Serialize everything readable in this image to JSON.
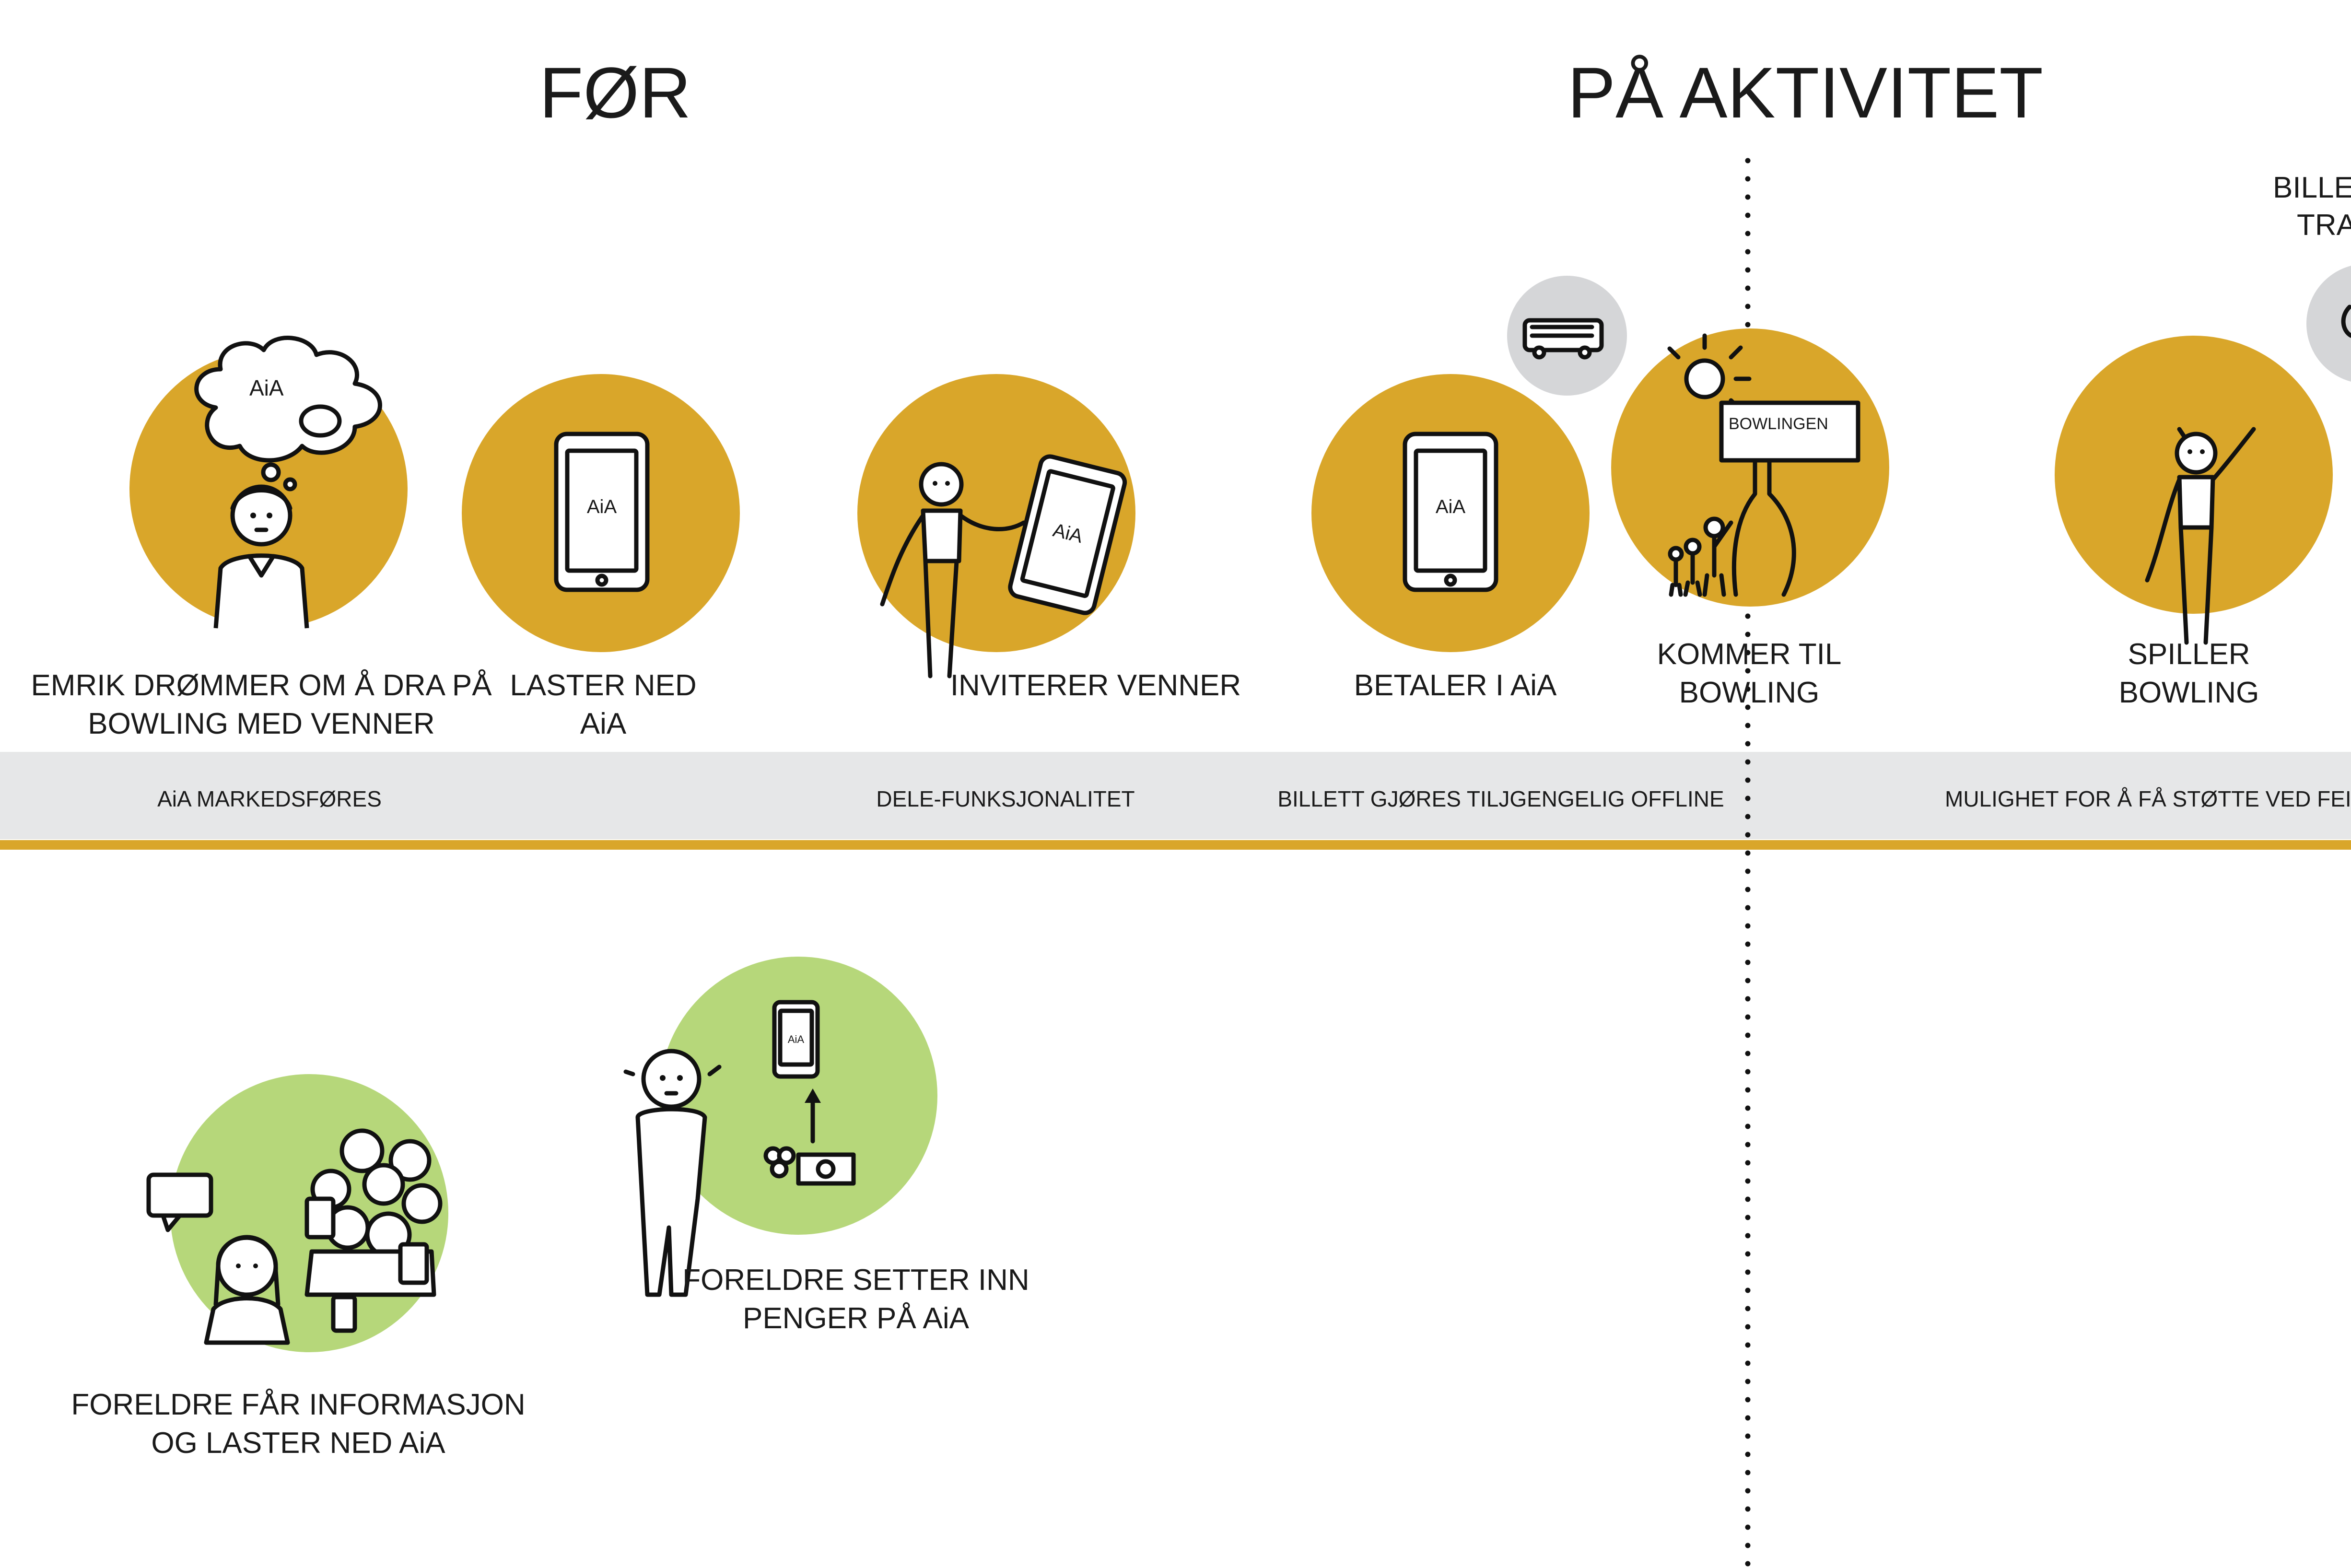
{
  "phases": {
    "before": "FØR",
    "during": "PÅ AKTIVITET",
    "cut_top_1": "BILLET",
    "cut_top_2": "TRA"
  },
  "colors": {
    "gold": "#D9A62A",
    "green": "#B6D77A",
    "grey_circle": "#D5D6D8",
    "band": "#E6E7E8",
    "line": "#D9A62A"
  },
  "steps": [
    {
      "lines": [
        "EMRIK DRØMMER OM Å DRA PÅ",
        "BOWLING MED VENNER"
      ]
    },
    {
      "lines": [
        "LASTER NED",
        "AiA"
      ]
    },
    {
      "lines": [
        "INVITERER VENNER"
      ]
    },
    {
      "lines": [
        "BETALER I AiA"
      ]
    },
    {
      "lines": [
        "KOMMER TIL",
        "BOWLING"
      ]
    },
    {
      "lines": [
        "SPILLER",
        "BOWLING"
      ]
    }
  ],
  "band": [
    "AiA MARKEDSFØRES",
    "DELE-FUNKSJONALITET",
    "BILLETT GJØRES TILJGENGELIG OFFLINE",
    "MULIGHET FOR Å FÅ STØTTE VED FEIL I TJ"
  ],
  "parents": [
    {
      "lines": [
        "FORELDRE FÅR INFORMASJON",
        "OG LASTER NED AiA"
      ]
    },
    {
      "lines": [
        "FORELDRE SETTER INN",
        "PENGER PÅ AiA"
      ]
    }
  ],
  "labels": {
    "app_mark": "AiA",
    "sign_text": "BOWLINGEN"
  },
  "icons": [
    "thought-cloud-icon",
    "tablet-icon",
    "bus-icon",
    "sun-icon",
    "speech-bubble-icon",
    "coins-icon",
    "arrow-up-icon"
  ]
}
